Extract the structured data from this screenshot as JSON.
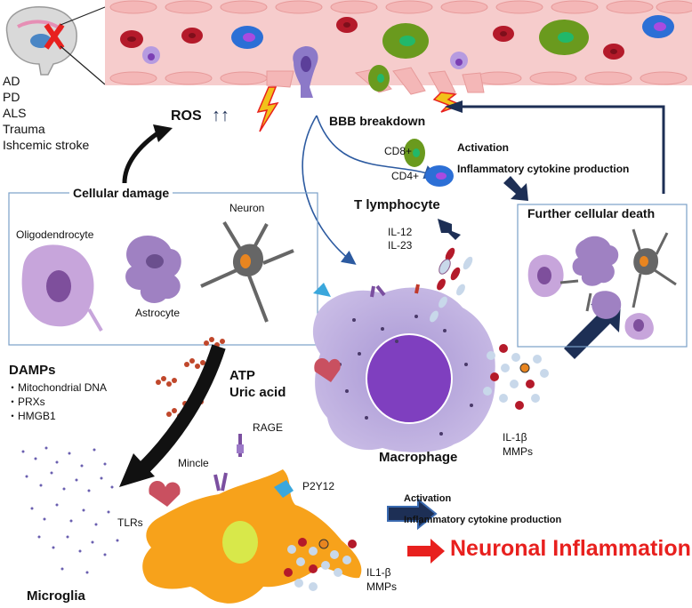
{
  "diseases": [
    "AD",
    "PD",
    "ALS",
    "Trauma",
    "Ishcemic stroke"
  ],
  "ros": {
    "label": "ROS",
    "arrows": "↑↑"
  },
  "bbb": {
    "label": "BBB breakdown"
  },
  "tcells": {
    "cd8": "CD8+",
    "cd4": "CD4+",
    "activation": "Activation",
    "cytokine": "Inflammatory cytokine production",
    "title": "T lymphocyte",
    "il12": "IL-12",
    "il23": "IL-23"
  },
  "cellular_damage": {
    "title": "Cellular damage",
    "oligo": "Oligodendrocyte",
    "astro": "Astrocyte",
    "neuron": "Neuron"
  },
  "further": {
    "title": "Further cellular death"
  },
  "damps": {
    "title": "DAMPs",
    "items": [
      "・Mitochondrial DNA",
      "・PRXs",
      "・HMGB1"
    ],
    "atp": "ATP",
    "uric": "Uric acid"
  },
  "macrophage": {
    "label": "Macrophage",
    "il1b": "IL-1β",
    "mmps": "MMPs"
  },
  "microglia": {
    "label": "Microglia",
    "rage": "RAGE",
    "mincle": "Mincle",
    "p2y12": "P2Y12",
    "tlrs": "TLRs",
    "il1b": "IL1-β",
    "mmps": "MMPs",
    "activation": "Activation",
    "cytokine": "Inflammatory cytokine production"
  },
  "outcome": {
    "label": "Neuronal Inflammation"
  },
  "colors": {
    "vessel": "#f6cccc",
    "endothelium": "#f2a9a9",
    "microglia": "#f7a21b",
    "macrophage": "#b7a7d8",
    "cell_purple": "#9f81c2",
    "arrow_navy": "#1d2f55",
    "blue_line": "#2c5aa0",
    "red": "#e8201e"
  }
}
